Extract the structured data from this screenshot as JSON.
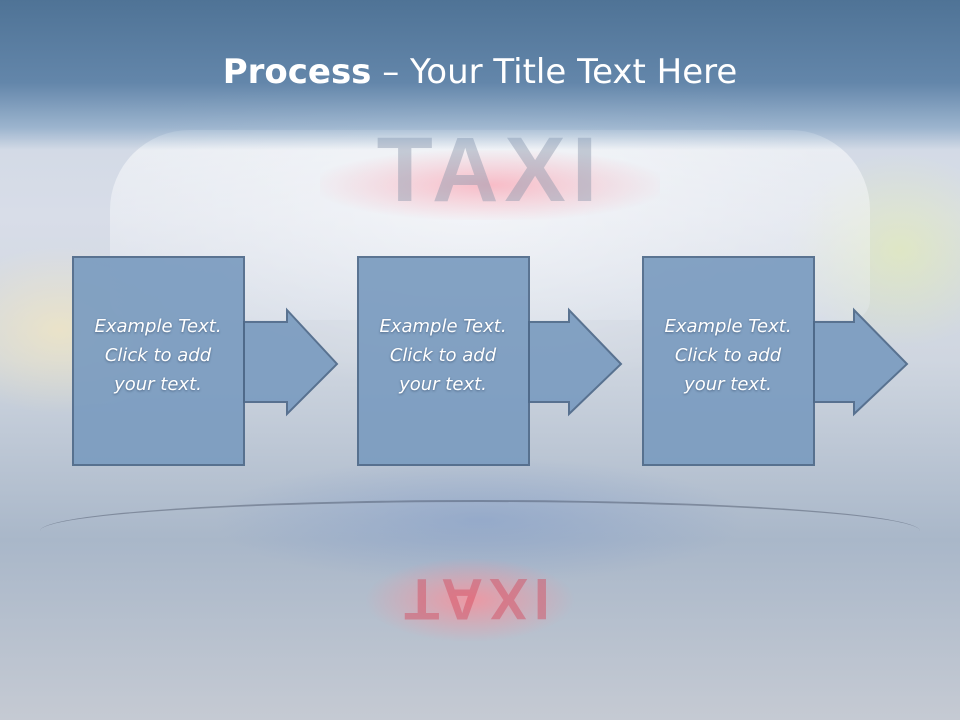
{
  "title": {
    "bold": "Process",
    "rest": " – Your Title Text Here"
  },
  "steps": [
    {
      "lines": [
        "Example Text.",
        "Click  to add",
        "your text."
      ]
    },
    {
      "lines": [
        "Example Text.",
        "Click  to add",
        "your text."
      ]
    },
    {
      "lines": [
        "Example Text.",
        "Click  to add",
        "your text."
      ]
    }
  ],
  "background": {
    "sign_text": "TAXI"
  },
  "colors": {
    "title_bar": "#5b7fa3",
    "box_fill": "#7b9cc0",
    "box_border": "#4f6a8a",
    "text": "#ffffff"
  }
}
